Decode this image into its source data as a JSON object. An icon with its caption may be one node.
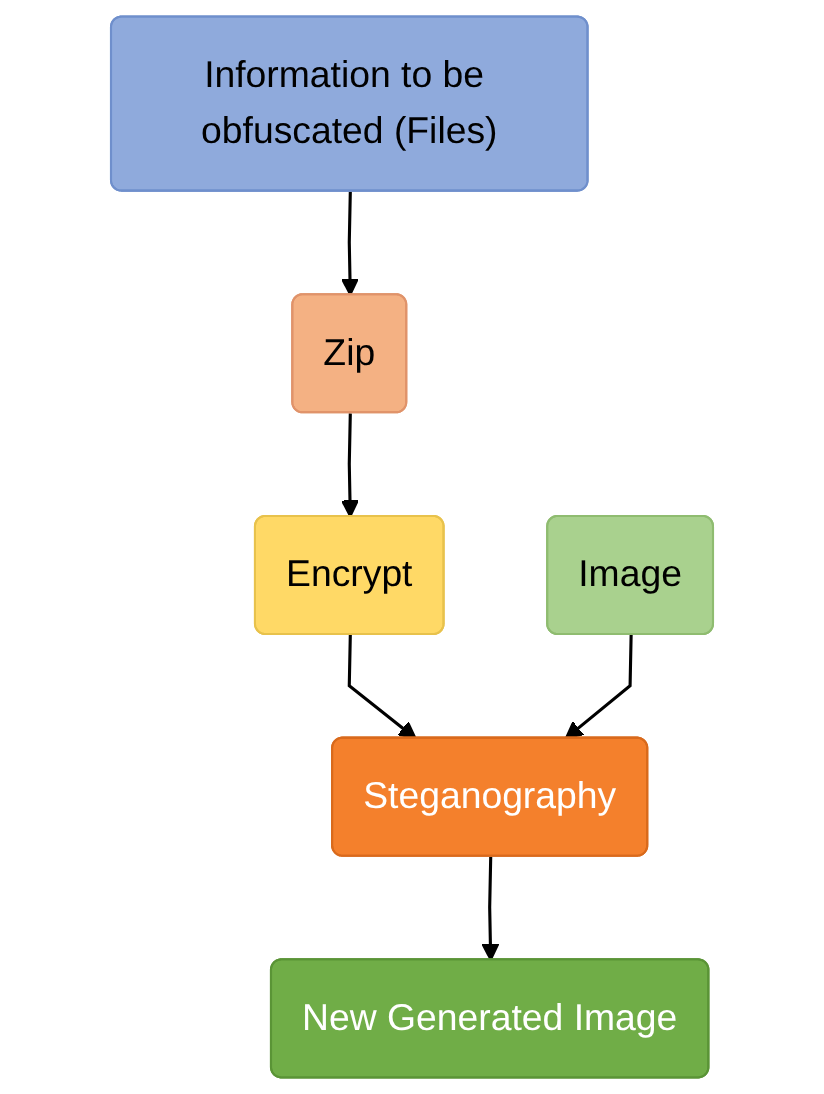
{
  "diagram": {
    "nodes": [
      {
        "text": [
          "Image"
        ]
      },
      {
        "text": [
          "Information to be obfuscated (Files)"
        ]
      },
      {
        "text": [
          "Zip"
        ]
      },
      {
        "text": [
          "Encrypt"
        ]
      },
      {
        "text": [
          "Steganography"
        ]
      },
      {
        "text": [
          "New Generated Image"
        ]
      }
    ],
    "edges": [
      {
        "from": 1,
        "to": 2,
        "arrow": "to"
      },
      {
        "from": 2,
        "to": 3,
        "arrow": "to"
      },
      {
        "from": 3,
        "to": 4,
        "arrow": "to"
      },
      {
        "from": 0,
        "to": 4,
        "arrow": "to"
      },
      {
        "from": 4,
        "to": 5,
        "arrow": "to"
      }
    ]
  }
}
